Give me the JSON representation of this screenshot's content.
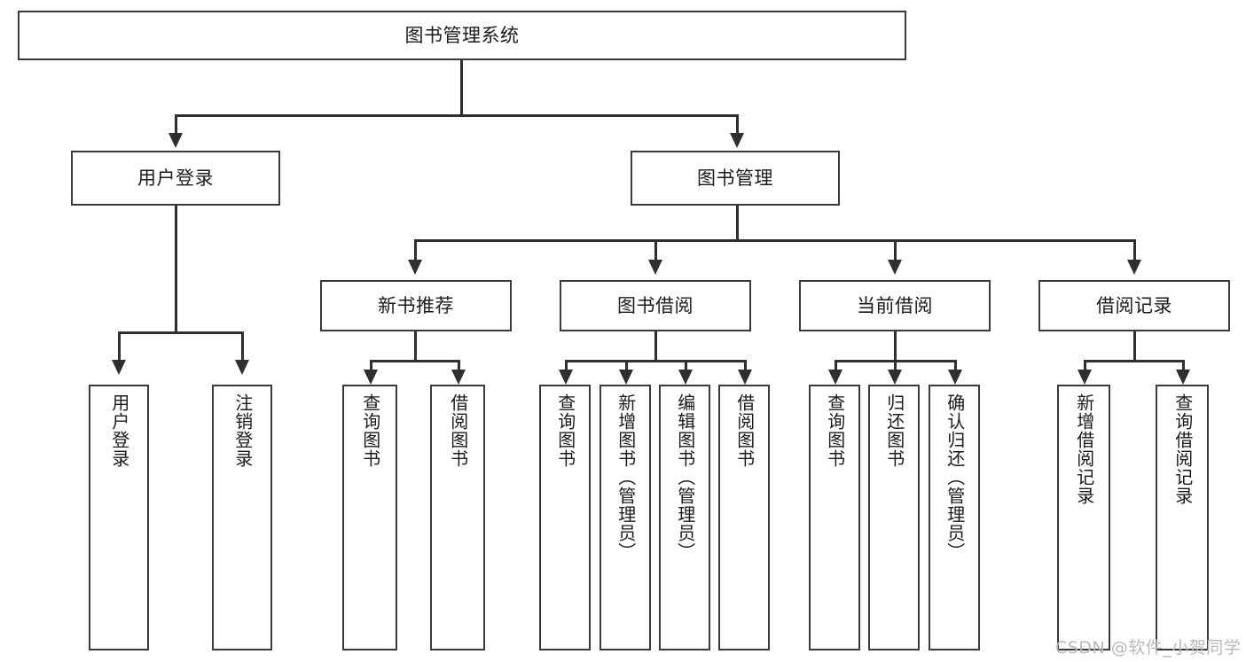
{
  "diagram": {
    "type": "tree",
    "title_node": {
      "label": "图书管理系统"
    },
    "level2": [
      {
        "label": "用户登录"
      },
      {
        "label": "图书管理"
      }
    ],
    "level3": [
      {
        "label": "新书推荐"
      },
      {
        "label": "图书借阅"
      },
      {
        "label": "当前借阅"
      },
      {
        "label": "借阅记录"
      }
    ],
    "leaves": {
      "user_login": [
        {
          "label": "用户登录"
        },
        {
          "label": "注销登录"
        }
      ],
      "new_book": [
        {
          "label": "查询图书"
        },
        {
          "label": "借阅图书"
        }
      ],
      "borrow_book": [
        {
          "label": "查询图书"
        },
        {
          "label": "新增图书（管理员）"
        },
        {
          "label": "编辑图书（管理员）"
        },
        {
          "label": "借阅图书"
        }
      ],
      "current_borrow": [
        {
          "label": "查询图书"
        },
        {
          "label": "归还图书"
        },
        {
          "label": "确认归还（管理员）"
        }
      ],
      "borrow_record": [
        {
          "label": "新增借阅记录"
        },
        {
          "label": "查询借阅记录"
        }
      ]
    }
  },
  "watermark": {
    "text": "CSDN @软件_小贺同学"
  },
  "colors": {
    "box_border": "#3a3a3a",
    "line": "#2f2f2f",
    "text": "#1b1b1b",
    "background": "#ffffff",
    "watermark": "#b9b9b9"
  }
}
